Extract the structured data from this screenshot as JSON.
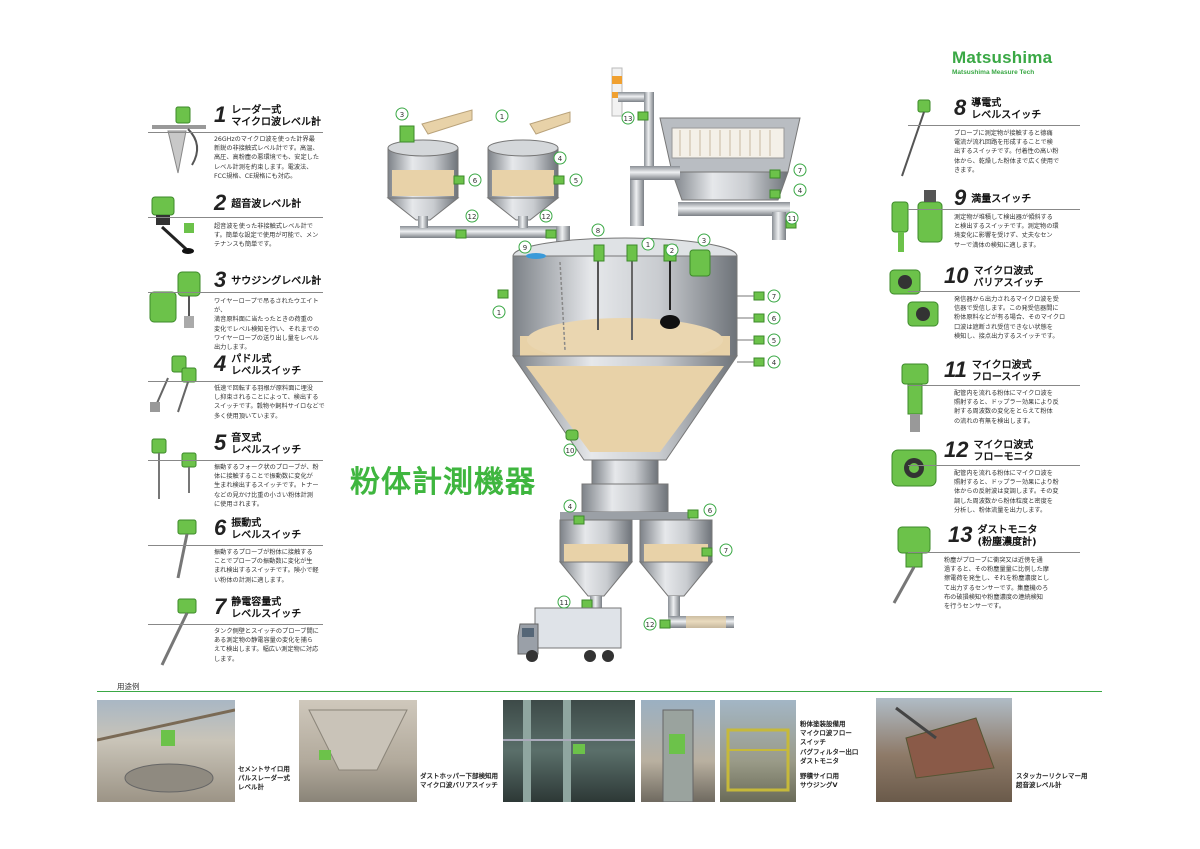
{
  "logo": {
    "main": "Matsushima",
    "sub": "Matsushima Measure Tech"
  },
  "main_title": "粉体計測機器",
  "products": [
    {
      "number": "1",
      "title_line1": "レーダー式",
      "title_line2": "マイクロ波レベル計",
      "description": [
        "26GHzのマイクロ波を使った計界最",
        "新鋭の非接触式レベル計です。高温、",
        "高圧、高粉塵の悪環境でも、安定した",
        "レベル計測を約束します。電波法、",
        "FCC規格、CE規格にも対応。"
      ]
    },
    {
      "number": "2",
      "title_line1": "超音波レベル計",
      "title_line2": "",
      "description": [
        "超音波を使った非接触式レベル計で",
        "す。簡単な設定で使用が可能で、メン",
        "テナンスも簡単です。"
      ]
    },
    {
      "number": "3",
      "title_line1": "サウジングレベル計",
      "title_line2": "",
      "description": [
        "ワイヤーロープで吊るされたウエイトが、",
        "満音原料面に当たったときの荷重の",
        "変化でレベル検知を行い、それまでの",
        "ワイヤーロープの送り出し量をレベル",
        "出力します。"
      ]
    },
    {
      "number": "4",
      "title_line1": "パドル式",
      "title_line2": "レベルスイッチ",
      "description": [
        "低速で回転する羽根が原料面に埋没",
        "し抑束されることによって、検出する",
        "スイッチです。穀物や飼料サイロなどで",
        "多く使用頂いています。"
      ]
    },
    {
      "number": "5",
      "title_line1": "音叉式",
      "title_line2": "レベルスイッチ",
      "description": [
        "振動するフォーク状のプローブが、粉",
        "体に接触することで振動数に変化が",
        "生まれ検出するスイッチです。トナー",
        "などの見かけ比重の小さい粉体計測",
        "に使用されます。"
      ]
    },
    {
      "number": "6",
      "title_line1": "振動式",
      "title_line2": "レベルスイッチ",
      "description": [
        "振動するプローブが粉体に接触する",
        "ことでプローブの振動数に変化が生",
        "まれ検出するスイッチです。険小で軽",
        "い粉体の計測に適します。"
      ]
    },
    {
      "number": "7",
      "title_line1": "静電容量式",
      "title_line2": "レベルスイッチ",
      "description": [
        "タンク側壁とスイッチのプローブ間に",
        "ある測定物の静電容量の変化を捕ら",
        "えて検出します。幅広い測定物に対応",
        "します。"
      ]
    },
    {
      "number": "8",
      "title_line1": "導電式",
      "title_line2": "レベルスイッチ",
      "description": [
        "プローブに測定物が接触すると德痛",
        "電流が流れ回路を形成することで検",
        "出するスイッチです。付着性の高い粉",
        "体から、乾燥した粉体まで広く使用で",
        "きます。"
      ]
    },
    {
      "number": "9",
      "title_line1": "満量スイッチ",
      "title_line2": "",
      "description": [
        "測定物が堆積して検出器が傾斜する",
        "と検出するスイッチです。測定物の環",
        "境変化に影響を受けず、丈夫なセン",
        "サーで満体の検知に適します。"
      ]
    },
    {
      "number": "10",
      "title_line1": "マイクロ波式",
      "title_line2": "バリアスイッチ",
      "description": [
        "発信器から出力されるマイクロ波を受",
        "信器で受信します。この発受信器間に",
        "粉体原料などが有る場合、そのマイクロ",
        "口波は遮断され受信できない状態を",
        "検知し、接点出力するスイッチです。"
      ]
    },
    {
      "number": "11",
      "title_line1": "マイクロ波式",
      "title_line2": "フロースイッチ",
      "description": [
        "配管内を流れる粉体にマイクロ波を",
        "照射すると、ドップラー効果により反",
        "射する周波数の変化をとらえて粉体",
        "の流れの有無を検出します。"
      ]
    },
    {
      "number": "12",
      "title_line1": "マイクロ波式",
      "title_line2": "フローモニタ",
      "description": [
        "配管内を流れる粉体にマイクロ波を",
        "照射すると、ドップラー効果により粉",
        "体からの反射波は変調します。その変",
        "調した周波数から粉体粒度と密度を",
        "分析し、粉体流量を出力します。"
      ]
    },
    {
      "number": "13",
      "title_line1": "ダストモニタ",
      "title_line2": "(粉塵濃度計)",
      "description": [
        "粉塵がプローブに衝突又は近傍を通",
        "過すると、その粉塵量量に比例した摩",
        "擦電荷を発生し、それを粉塵濃度とし",
        "て出力するセンサーです。集塵機のろ",
        "布の破損検知や粉塵濃度の連続検知",
        "を行うセンサーです。"
      ]
    }
  ],
  "callouts": [
    "1",
    "2",
    "3",
    "4",
    "5",
    "6",
    "7",
    "8",
    "9",
    "10",
    "11",
    "12",
    "13"
  ],
  "cases": {
    "label": "用途例",
    "captions": [
      {
        "lines": [
          "セメントサイロ用",
          "パルスレーダー式",
          "レベル計"
        ]
      },
      {
        "lines": [
          "ダストホッパー下部検知用",
          "マイクロ波バリアスイッチ"
        ]
      },
      {
        "lines": [
          "粉体塗装設備用",
          "マイクロ波フロー",
          "スイッチ"
        ]
      },
      {
        "lines": [
          "バグフィルター出口",
          "ダストモニタ"
        ]
      },
      {
        "lines": [
          "野積サイロ用",
          "サウジングV"
        ]
      },
      {
        "lines": [
          "スタッカーリクレマー用",
          "超音波レベル計"
        ]
      }
    ]
  },
  "colors": {
    "brand_green": "#3aa845",
    "title_green": "#3fb63f",
    "device_green": "#6cc24a",
    "powder": "#e8d2a8"
  }
}
